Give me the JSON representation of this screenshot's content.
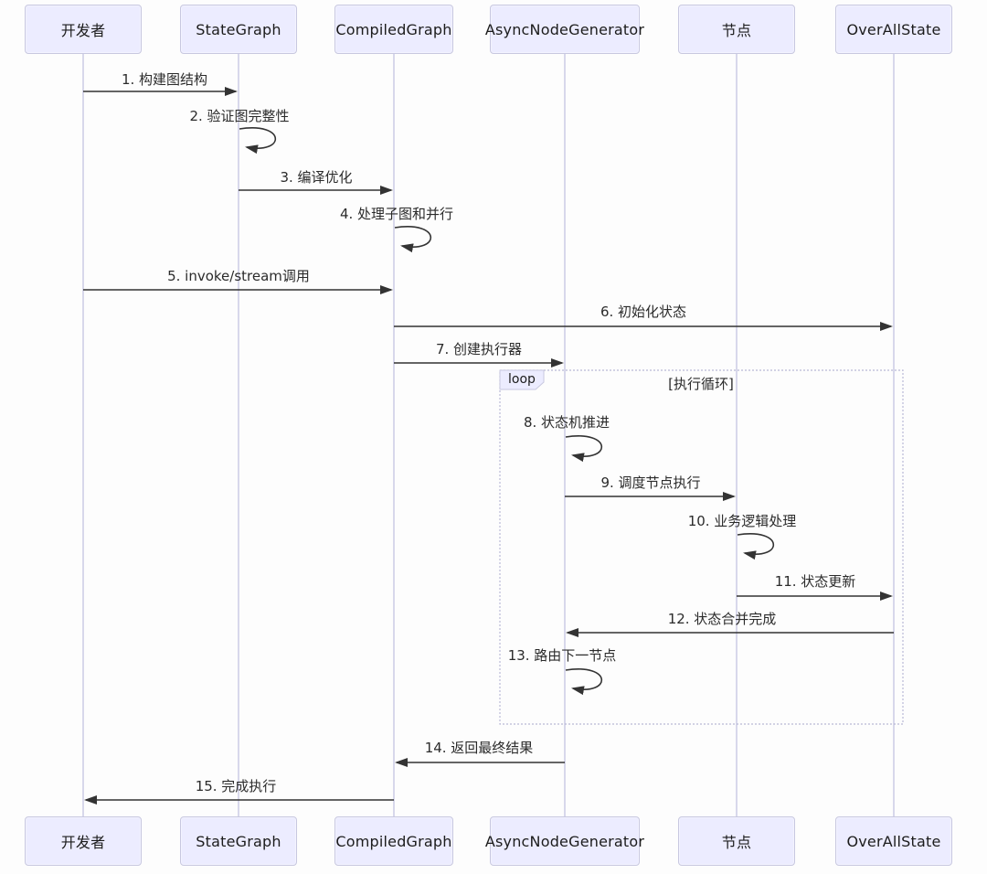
{
  "diagram": {
    "type": "sequence-diagram",
    "actors": [
      {
        "label": "开发者"
      },
      {
        "label": "StateGraph"
      },
      {
        "label": "CompiledGraph"
      },
      {
        "label": "AsyncNodeGenerator"
      },
      {
        "label": "节点"
      },
      {
        "label": "OverAllState"
      }
    ],
    "messages": [
      {
        "label": "1. 构建图结构",
        "from": "开发者",
        "to": "StateGraph",
        "kind": "arrow"
      },
      {
        "label": "2. 验证图完整性",
        "from": "StateGraph",
        "to": "StateGraph",
        "kind": "self"
      },
      {
        "label": "3. 编译优化",
        "from": "StateGraph",
        "to": "CompiledGraph",
        "kind": "arrow"
      },
      {
        "label": "4. 处理子图和并行",
        "from": "CompiledGraph",
        "to": "CompiledGraph",
        "kind": "self"
      },
      {
        "label": "5. invoke/stream调用",
        "from": "开发者",
        "to": "CompiledGraph",
        "kind": "arrow"
      },
      {
        "label": "6. 初始化状态",
        "from": "CompiledGraph",
        "to": "OverAllState",
        "kind": "arrow"
      },
      {
        "label": "7. 创建执行器",
        "from": "CompiledGraph",
        "to": "AsyncNodeGenerator",
        "kind": "arrow"
      },
      {
        "label": "8. 状态机推进",
        "from": "AsyncNodeGenerator",
        "to": "AsyncNodeGenerator",
        "kind": "self"
      },
      {
        "label": "9. 调度节点执行",
        "from": "AsyncNodeGenerator",
        "to": "节点",
        "kind": "arrow"
      },
      {
        "label": "10. 业务逻辑处理",
        "from": "节点",
        "to": "节点",
        "kind": "self"
      },
      {
        "label": "11. 状态更新",
        "from": "节点",
        "to": "OverAllState",
        "kind": "arrow"
      },
      {
        "label": "12. 状态合并完成",
        "from": "OverAllState",
        "to": "AsyncNodeGenerator",
        "kind": "arrow"
      },
      {
        "label": "13. 路由下一节点",
        "from": "AsyncNodeGenerator",
        "to": "AsyncNodeGenerator",
        "kind": "self"
      },
      {
        "label": "14. 返回最终结果",
        "from": "AsyncNodeGenerator",
        "to": "CompiledGraph",
        "kind": "arrow"
      },
      {
        "label": "15. 完成执行",
        "from": "CompiledGraph",
        "to": "开发者",
        "kind": "arrow"
      }
    ],
    "loop": {
      "keyword": "loop",
      "condition": "[执行循环]"
    },
    "colors": {
      "background": "#FDFDFD",
      "actor_fill": "#ECECFF",
      "actor_border": "#C8C8E0",
      "lifeline": "#C9C9E3",
      "arrow": "#333333",
      "text": "#2B2B2B",
      "loop_border": "#B9B9D6",
      "loop_label_fill": "#ECECFF"
    }
  }
}
